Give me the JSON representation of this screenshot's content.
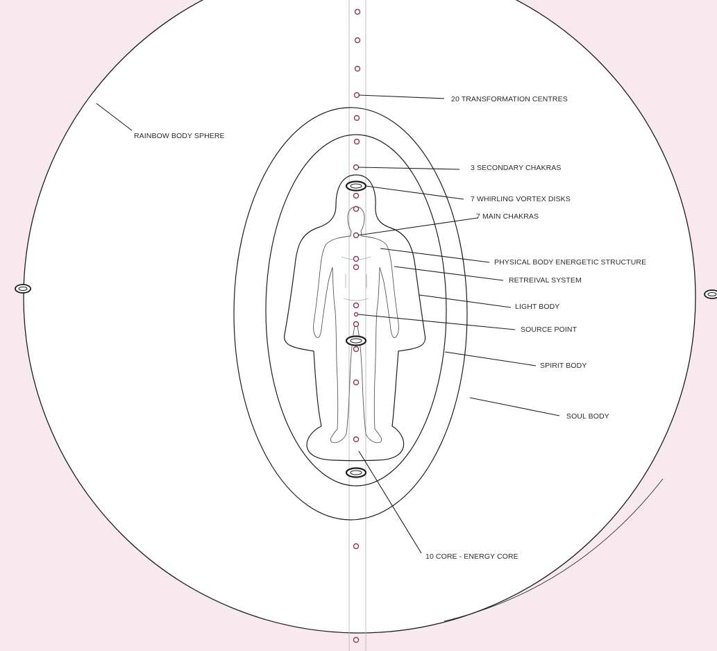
{
  "labels": {
    "transformation_centres": "20 TRANSFORMATION CENTRES",
    "rainbow_body_sphere": "RAINBOW BODY SPHERE",
    "secondary_chakras": "3 SECONDARY CHAKRAS",
    "whirling_vortex_disks": "7 WHIRLING VORTEX DISKS",
    "main_chakras": "7 MAIN CHAKRAS",
    "physical_body_energetic_structure": "PHYSICAL BODY ENERGETIC STRUCTURE",
    "retreival_system": "RETREIVAL SYSTEM",
    "light_body": "LIGHT BODY",
    "source_point": "SOURCE POINT",
    "spirit_body": "SPIRIT BODY",
    "soul_body": "SOUL BODY",
    "energy_core": "10 CORE - ENERGY CORE"
  },
  "colors": {
    "background": "#f7e9ed",
    "sphere_fill": "#ffffff",
    "line": "#1c1c1c",
    "dot_stroke": "#8a3a4a",
    "figure_stroke": "#555555"
  }
}
